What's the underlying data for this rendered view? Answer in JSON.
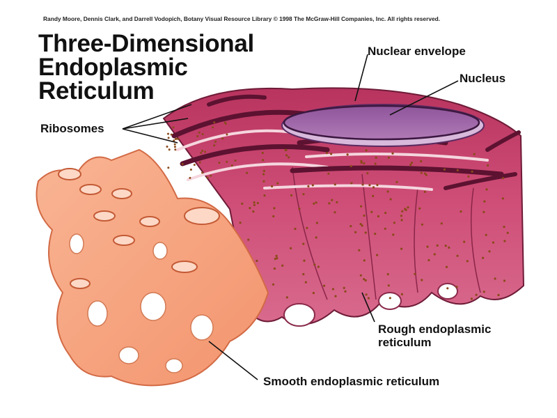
{
  "credit": "Randy Moore, Dennis Clark, and Darrell Vodopich, Botany Visual Resource Library © 1998 The McGraw-Hill Companies, Inc. All rights reserved.",
  "title": {
    "line1": "Three-Dimensional",
    "line2": "Endoplasmic",
    "line3": "Reticulum"
  },
  "labels": {
    "nuclear_envelope": "Nuclear envelope",
    "nucleus": "Nucleus",
    "ribosomes": "Ribosomes",
    "rough_er_line1": "Rough endoplasmic",
    "rough_er_line2": "reticulum",
    "smooth_er": "Smooth endoplasmic reticulum"
  },
  "colors": {
    "rough_er": "#c8456e",
    "rough_er_dark": "#7e1f40",
    "smooth_er": "#f7a886",
    "smooth_er_dark": "#e07a55",
    "nucleus": "#9e63a4",
    "ribosome": "#8a4a1a"
  }
}
